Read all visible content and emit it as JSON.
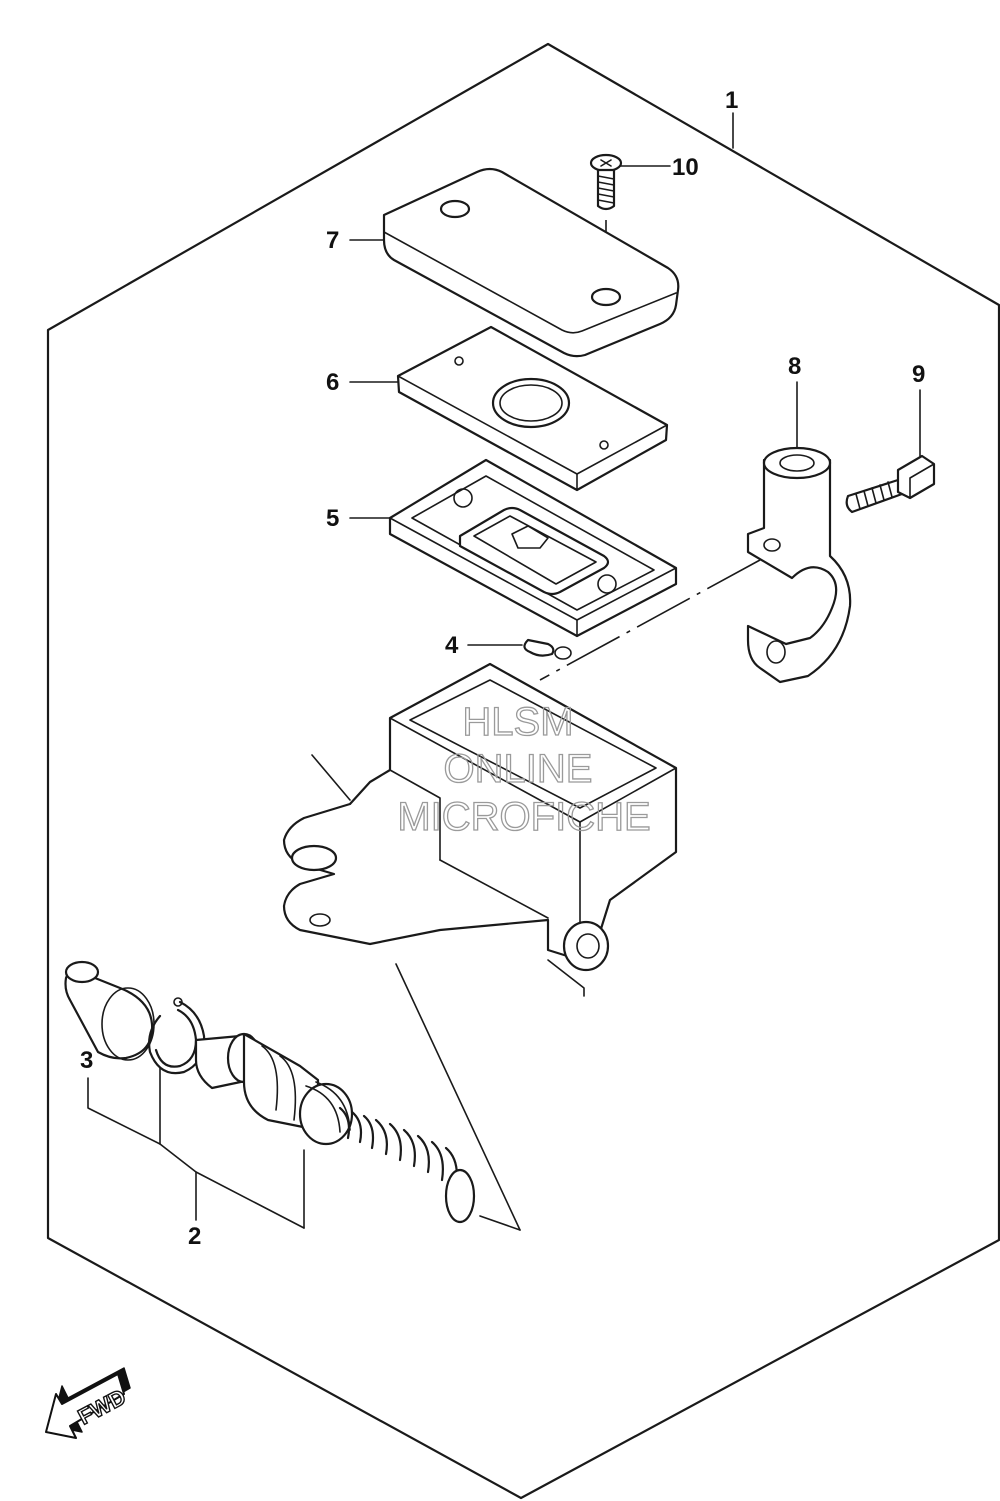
{
  "labels": {
    "p1": "1",
    "p2": "2",
    "p3": "3",
    "p4": "4",
    "p5": "5",
    "p6": "6",
    "p7": "7",
    "p8": "8",
    "p9": "9",
    "p10": "10"
  },
  "watermark": {
    "line1": "HLSM",
    "line2": "ONLINE",
    "line3": "MICROFICHE"
  },
  "fwd_arrow": {
    "text": "FWD"
  }
}
